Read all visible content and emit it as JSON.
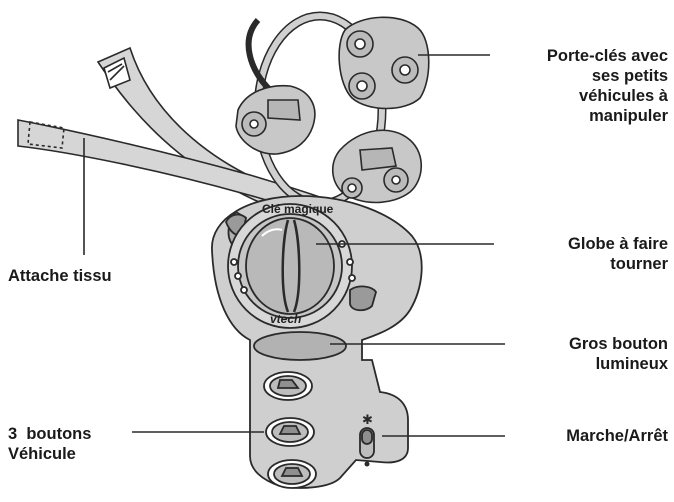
{
  "product_labels": {
    "brand": "vtech",
    "dial_title": "Clé magique"
  },
  "callouts": {
    "keyring": [
      "Porte-clés avec",
      "ses petits",
      "véhicules à",
      "manipuler"
    ],
    "globe": [
      "Globe à faire",
      "tourner"
    ],
    "big_button": [
      "Gros bouton",
      "lumineux"
    ],
    "power_switch": [
      "Marche/Arrêt"
    ],
    "fabric_strap": [
      "Attache tissu"
    ],
    "vehicle_buttons": [
      "3  boutons",
      "Véhicule"
    ]
  },
  "colors": {
    "line": "#2a2a2a",
    "body_fill": "#cfcfcf",
    "body_dark": "#a9a9a9",
    "strap_fill": "#d6d6d6"
  }
}
